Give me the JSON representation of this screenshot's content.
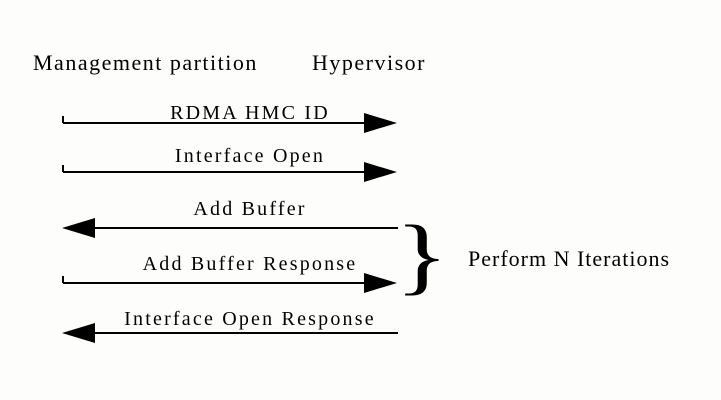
{
  "diagram": {
    "type": "message-sequence-diagram",
    "participants": [
      {
        "label": "Management partition"
      },
      {
        "label": "Hypervisor"
      }
    ],
    "messages": [
      {
        "label": "RDMA HMC ID",
        "direction": "right"
      },
      {
        "label": "Interface Open",
        "direction": "right"
      },
      {
        "label": "Add Buffer",
        "direction": "left"
      },
      {
        "label": "Add Buffer Response",
        "direction": "right"
      },
      {
        "label": "Interface Open Response",
        "direction": "left"
      }
    ],
    "annotation": {
      "brace_glyph": "}",
      "label": "Perform N Iterations"
    },
    "colors": {
      "background": "#fdfdfc",
      "ink": "#000000"
    }
  }
}
